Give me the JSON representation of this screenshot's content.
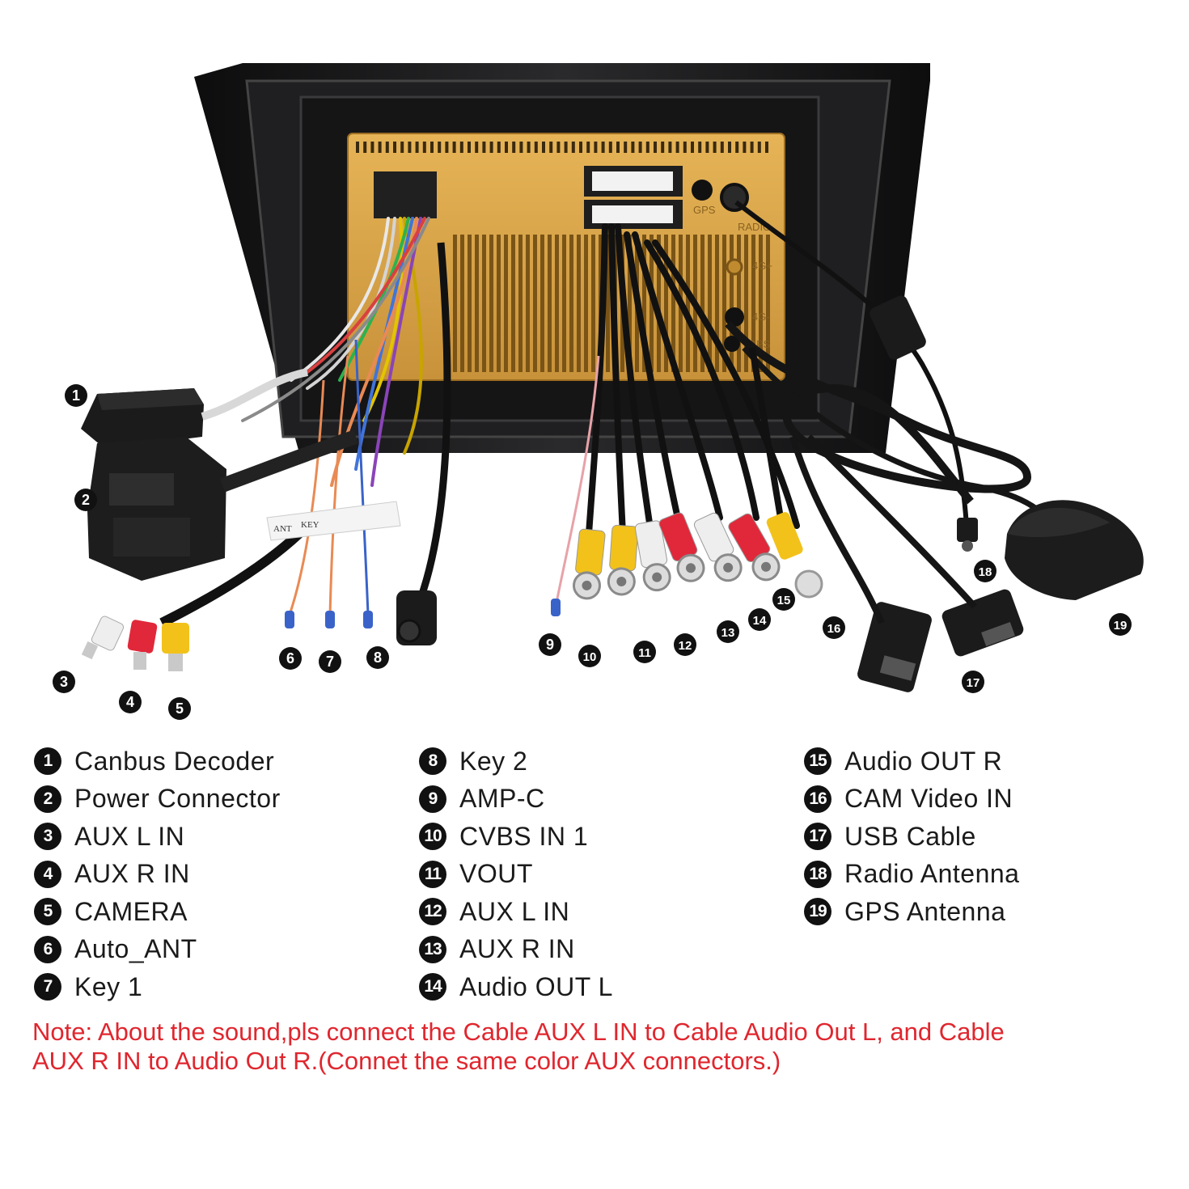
{
  "panel_labels": {
    "gps_top": "GPS",
    "radio": "RADIO",
    "lte_plus": "4G+",
    "lte_minus": "4G-",
    "gps_bottom": "GPS"
  },
  "cable_tags": [
    "KEY",
    "ANT"
  ],
  "callouts": [
    "1",
    "2",
    "3",
    "4",
    "5",
    "6",
    "7",
    "8",
    "9",
    "10",
    "11",
    "12",
    "13",
    "14",
    "15",
    "16",
    "17",
    "18",
    "19"
  ],
  "legend": [
    {
      "num": "1",
      "label": "Canbus Decoder"
    },
    {
      "num": "2",
      "label": "Power Connector"
    },
    {
      "num": "3",
      "label": "AUX L IN"
    },
    {
      "num": "4",
      "label": "AUX R IN"
    },
    {
      "num": "5",
      "label": "CAMERA"
    },
    {
      "num": "6",
      "label": "Auto_ANT"
    },
    {
      "num": "7",
      "label": "Key 1"
    },
    {
      "num": "8",
      "label": "Key 2"
    },
    {
      "num": "9",
      "label": "AMP-C"
    },
    {
      "num": "10",
      "label": "CVBS IN 1"
    },
    {
      "num": "11",
      "label": "VOUT"
    },
    {
      "num": "12",
      "label": "AUX L IN"
    },
    {
      "num": "13",
      "label": "AUX R IN"
    },
    {
      "num": "14",
      "label": "Audio OUT L"
    },
    {
      "num": "15",
      "label": "Audio OUT R"
    },
    {
      "num": "16",
      "label": "CAM Video IN"
    },
    {
      "num": "17",
      "label": "USB Cable"
    },
    {
      "num": "18",
      "label": "Radio Antenna"
    },
    {
      "num": "19",
      "label": "GPS Antenna"
    }
  ],
  "note": {
    "line1": "Note: About the sound,pls connect the Cable AUX L IN to Cable Audio Out L, and Cable",
    "line2": "AUX R IN to  Audio Out R.(Connet the same color AUX connectors.)"
  },
  "colors": {
    "note_text": "#e0262e",
    "chassis": "#1b1b1d",
    "heatsink": "#d9a441",
    "rca_yellow": "#f2c21b",
    "rca_red": "#e0283a",
    "rca_white": "#eeeeee"
  }
}
